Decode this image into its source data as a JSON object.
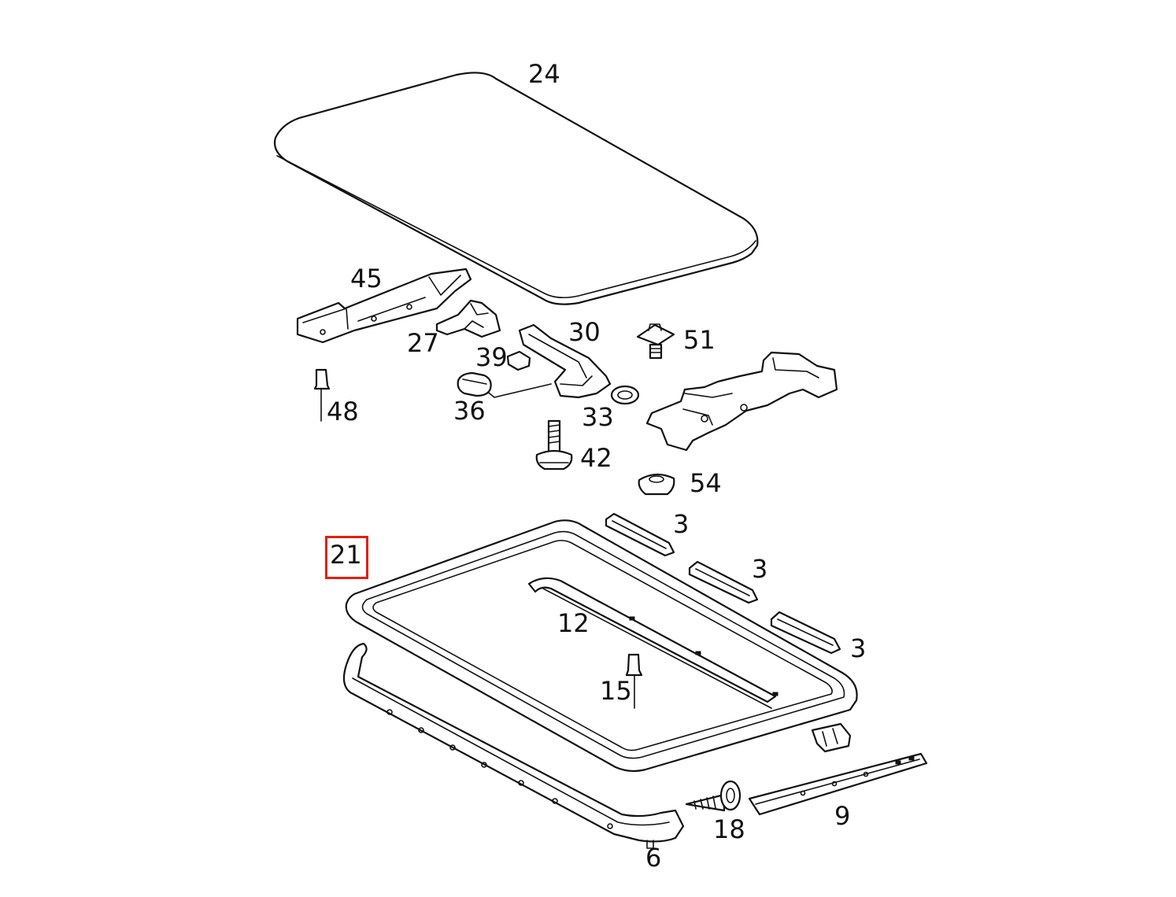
{
  "highlight_color": "#e02010",
  "highlighted_label": "21",
  "labels": {
    "p24": "24",
    "p45": "45",
    "p27": "27",
    "p30": "30",
    "p51": "51",
    "p39": "39",
    "p48": "48",
    "p36": "36",
    "p33": "33",
    "p42": "42",
    "p54": "54",
    "p3a": "3",
    "p3b": "3",
    "p3c": "3",
    "p21": "21",
    "p12": "12",
    "p15": "15",
    "p18": "18",
    "p9": "9",
    "p6": "6"
  }
}
